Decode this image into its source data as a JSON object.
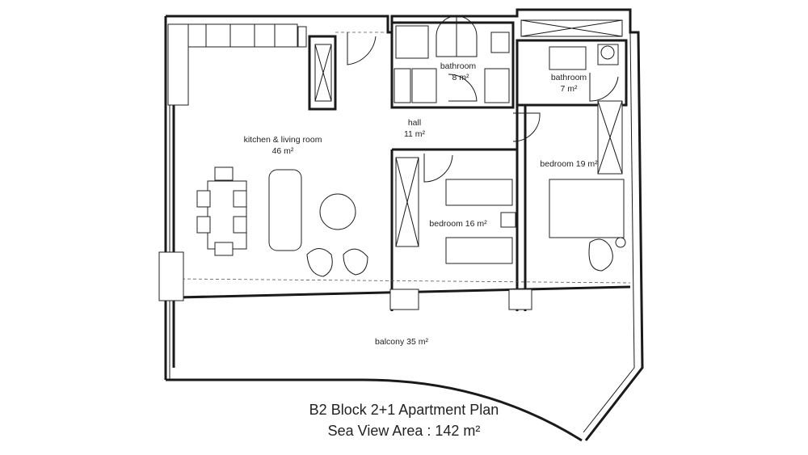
{
  "rooms": {
    "kitchen_name": "kitchen & living room",
    "kitchen_area": "46 m²",
    "hall_name": "hall",
    "hall_area": "11 m²",
    "bath1_name": "bathroom",
    "bath1_area": "8 m²",
    "bath2_name": "bathroom",
    "bath2_area": "7 m²",
    "bedroom16": "bedroom 16 m²",
    "bedroom19": "bedroom 19 m²",
    "balcony": "balcony 35 m²"
  },
  "caption": {
    "line1": "B2 Block 2+1 Apartment Plan",
    "line2": "Sea View Area : 142 m²"
  }
}
